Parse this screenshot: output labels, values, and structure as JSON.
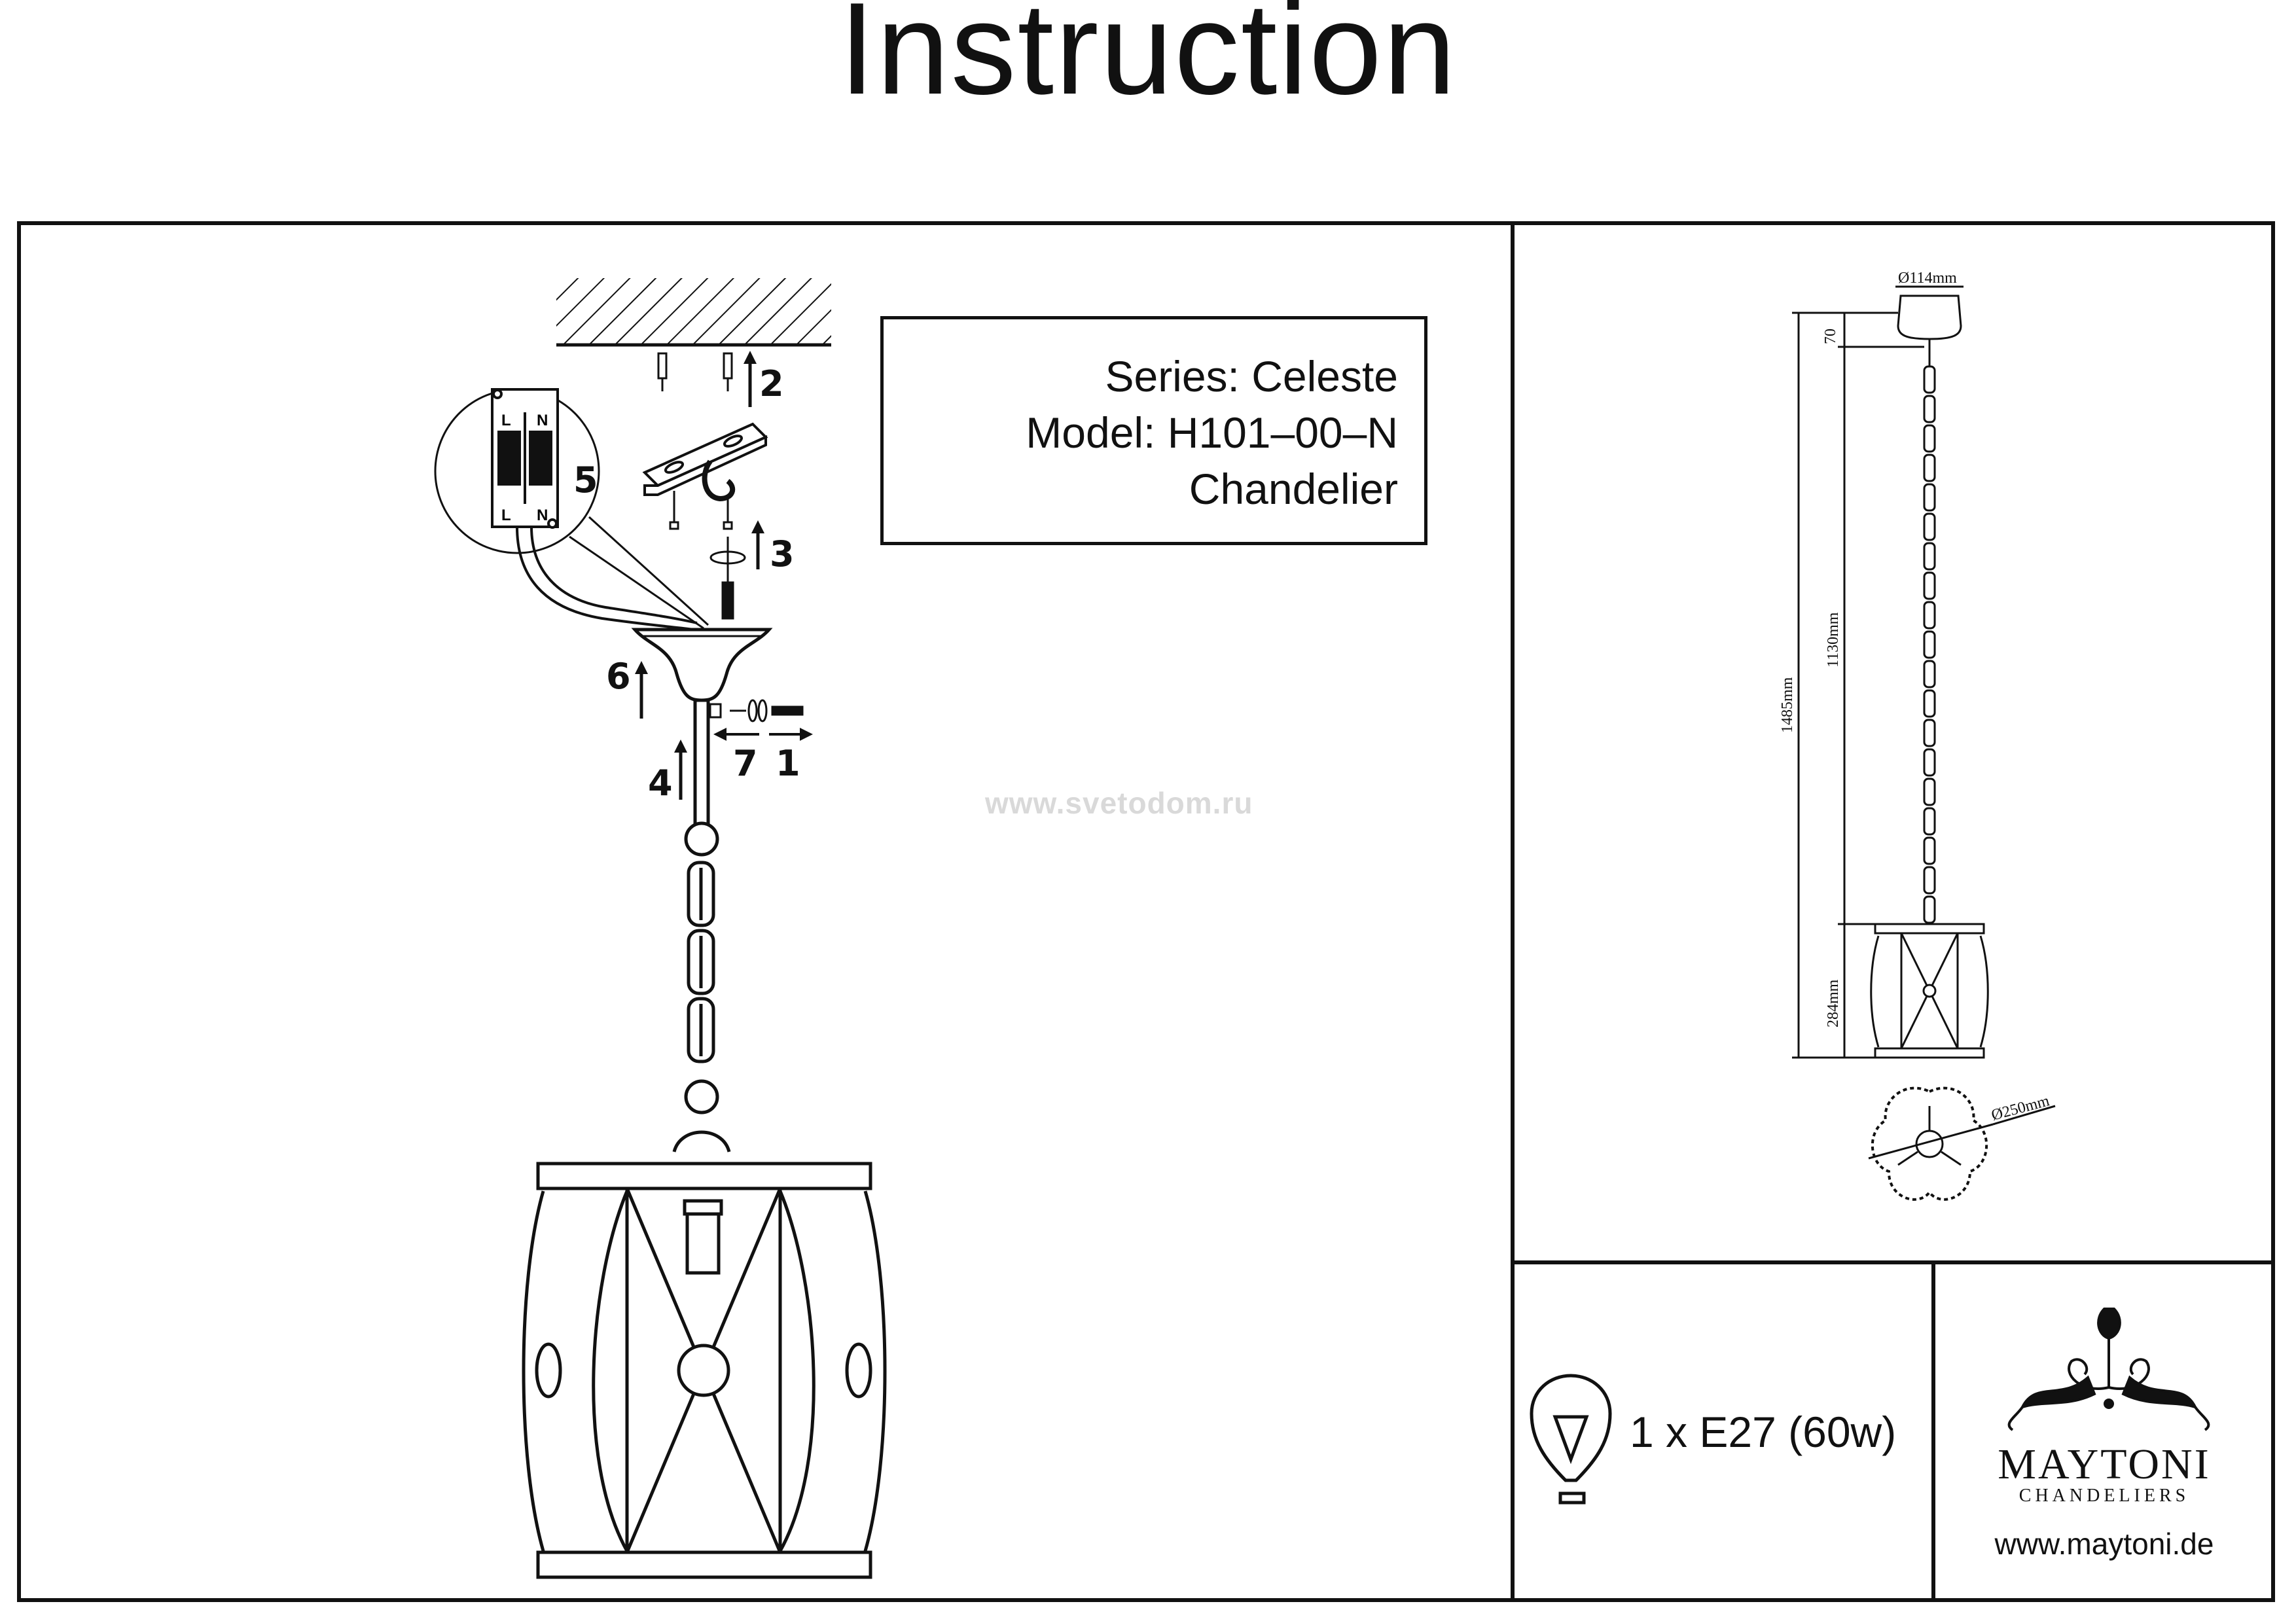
{
  "header": {
    "title": "Instruction"
  },
  "product": {
    "series": "Series: Celeste",
    "model": "Model: H101–00–N",
    "type": "Chandelier"
  },
  "watermark": "www.svetodom.ru",
  "assembly_steps": [
    "1",
    "2",
    "3",
    "4",
    "5",
    "6",
    "7"
  ],
  "terminal_labels": {
    "live": "L",
    "neutral": "N"
  },
  "dimensions": {
    "canopy_diameter": "Ø114mm",
    "canopy_height": "70",
    "total_height": "1485mm",
    "chain_length": "1130mm",
    "shade_height": "284mm",
    "shade_diameter": "Ø250mm"
  },
  "bulb": {
    "spec": "1 x E27 (60w)",
    "icon": "light-bulb-icon"
  },
  "brand": {
    "name": "MAYTONI",
    "subtitle": "CHANDELIERS",
    "url": "www.maytoni.de"
  }
}
